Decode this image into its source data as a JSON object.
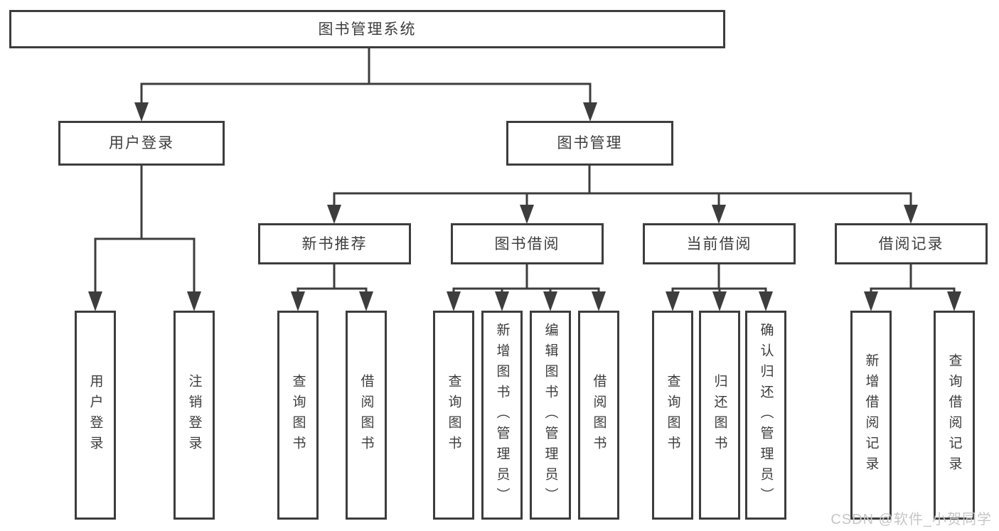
{
  "diagram": {
    "root_label": "图书管理系统",
    "user_login": {
      "label": "用户登录",
      "children": [
        "用户登录",
        "注销登录"
      ]
    },
    "book_mgmt": {
      "label": "图书管理",
      "sections": {
        "new_book_rec": {
          "label": "新书推荐",
          "children": [
            "查询图书",
            "借阅图书"
          ]
        },
        "book_borrow": {
          "label": "图书借阅",
          "children": [
            "查询图书",
            "新增图书（管理员）",
            "编辑图书（管理员）",
            "借阅图书"
          ]
        },
        "current_borrow": {
          "label": "当前借阅",
          "children": [
            "查询图书",
            "归还图书",
            "确认归还（管理员）"
          ]
        },
        "borrow_records": {
          "label": "借阅记录",
          "children": [
            "新增借阅记录",
            "查询借阅记录"
          ]
        }
      }
    }
  },
  "watermark": {
    "text": "CSDN @软件_小贺同学"
  },
  "colors": {
    "line": "#3d3d3d",
    "text": "#3d3d3d",
    "watermark": "#c6c6c6",
    "background": "#ffffff"
  }
}
